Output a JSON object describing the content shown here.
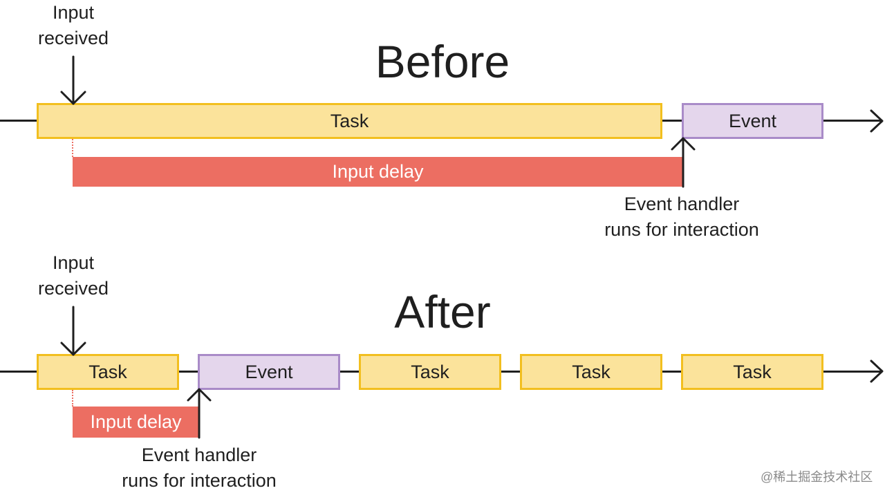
{
  "before": {
    "title": "Before",
    "input_label_line1": "Input",
    "input_label_line2": "received",
    "task_label": "Task",
    "event_label": "Event",
    "delay_label": "Input delay",
    "handler_line1": "Event handler",
    "handler_line2": "runs for interaction"
  },
  "after": {
    "title": "After",
    "input_label_line1": "Input",
    "input_label_line2": "received",
    "task1_label": "Task",
    "event_label": "Event",
    "task2_label": "Task",
    "task3_label": "Task",
    "task4_label": "Task",
    "delay_label": "Input delay",
    "handler_line1": "Event handler",
    "handler_line2": "runs for interaction"
  },
  "watermark": "@稀土掘金技术社区",
  "colors": {
    "task_fill": "#fbe39b",
    "task_border": "#f2bf1f",
    "event_fill": "#e4d6ec",
    "event_border": "#a98bc8",
    "delay_fill": "#ec6e62",
    "line": "#1f1f1f"
  }
}
